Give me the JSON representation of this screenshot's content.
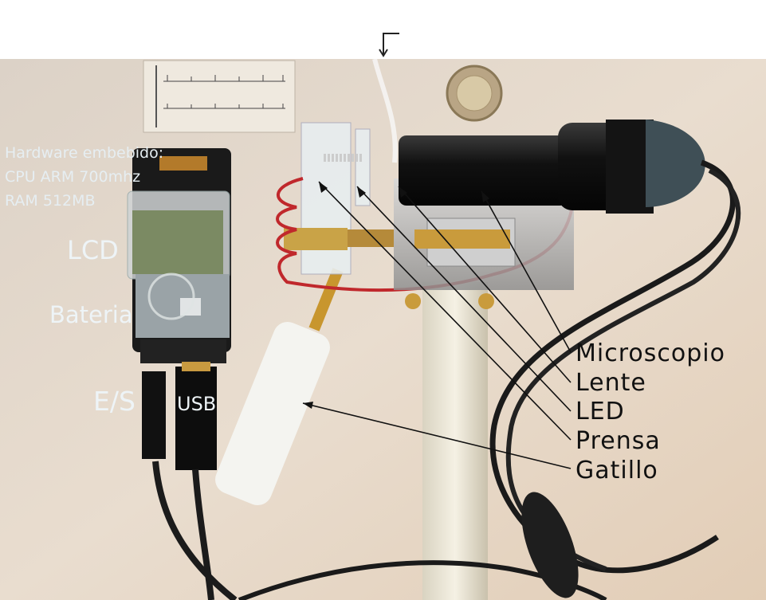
{
  "labels": {
    "hardware_line1": "Hardware embebido:",
    "hardware_line2": "CPU ARM 700mhz",
    "hardware_line3": "RAM 512MB",
    "lcd": "LCD",
    "bateria": "Bateria",
    "es": "E/S",
    "usb": "USB",
    "microscopio": "Microscopio",
    "lente": "Lente",
    "led": "LED",
    "prensa": "Prensa",
    "gatillo": "Gatillo"
  },
  "colors": {
    "background_table": "#e4d8ca",
    "label_light": "#eef4f7",
    "label_dark": "#111111",
    "cable_red": "#c0282c"
  }
}
